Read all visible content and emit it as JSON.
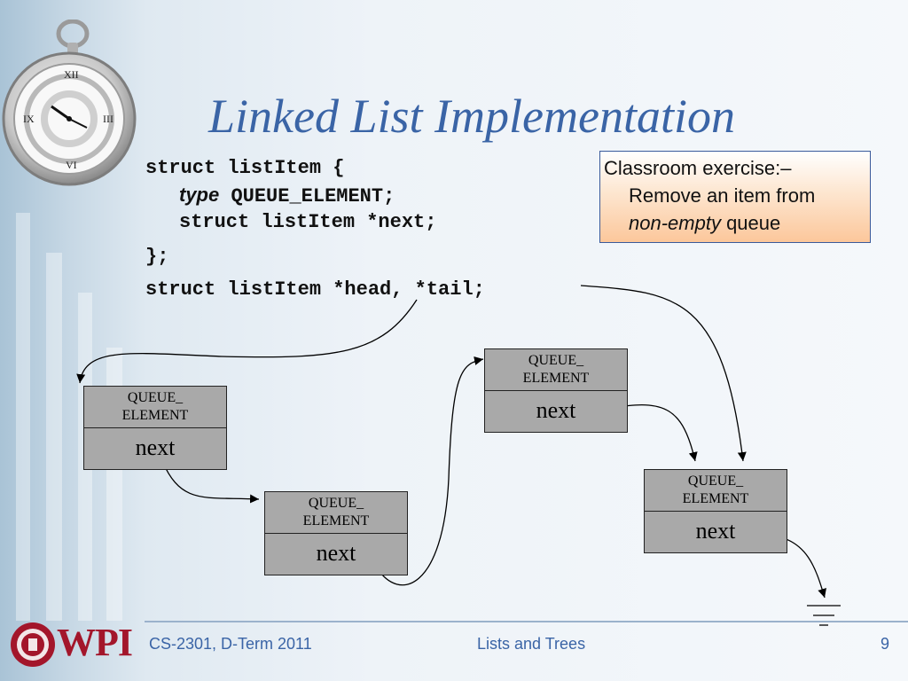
{
  "slide": {
    "title": "Linked List Implementation",
    "code_lines": {
      "l1": "struct listItem {",
      "l2_type": "type",
      "l2_rest": " QUEUE_ELEMENT;",
      "l3": "struct listItem *next;",
      "l4": "};",
      "l5": "struct listItem *head, *tail;"
    },
    "exercise": {
      "line1": "Classroom exercise:–",
      "line2": "Remove an item from",
      "line3_em": "non-empty",
      "line3_rest": " queue"
    },
    "nodes": [
      {
        "element_line1": "QUEUE_",
        "element_line2": "ELEMENT",
        "next_label": "next"
      },
      {
        "element_line1": "QUEUE_",
        "element_line2": "ELEMENT",
        "next_label": "next"
      },
      {
        "element_line1": "QUEUE_",
        "element_line2": "ELEMENT",
        "next_label": "next"
      },
      {
        "element_line1": "QUEUE_",
        "element_line2": "ELEMENT",
        "next_label": "next"
      }
    ]
  },
  "footer": {
    "course": "CS-2301, D-Term 2011",
    "topic": "Lists and Trees",
    "page_number": "9",
    "logo_text": "WPI"
  },
  "colors": {
    "title": "#3a64a6",
    "node_fill": "#a9a9a9",
    "exercise_fill": "#fcc79b",
    "logo": "#a3162b"
  },
  "icons": [
    "pocket-watch-icon",
    "wpi-seal-icon",
    "ground-symbol-icon"
  ]
}
